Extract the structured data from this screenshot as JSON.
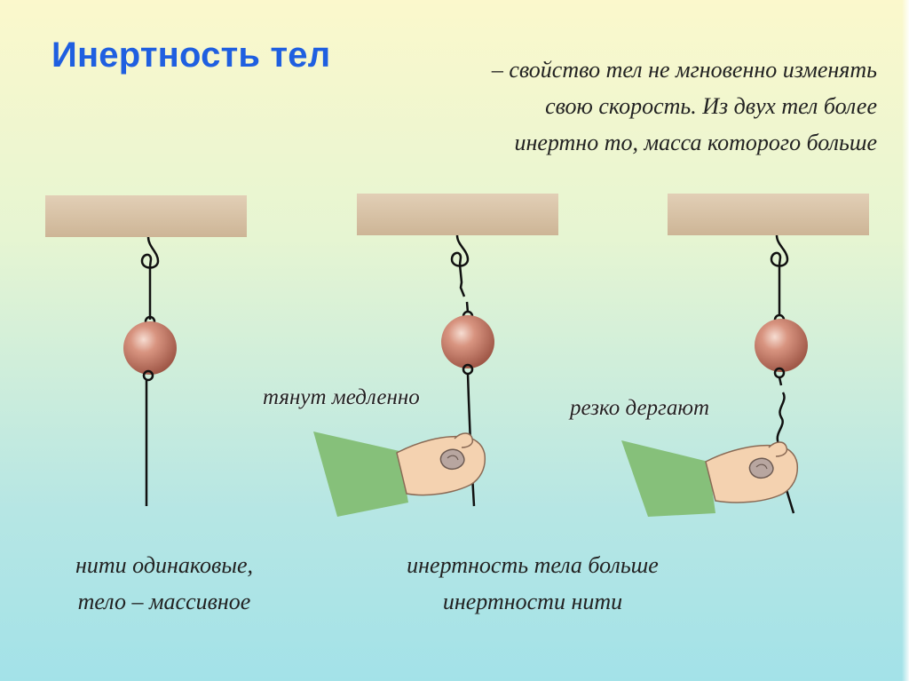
{
  "title": "Инертность тел",
  "definition": {
    "line1": "– свойство тел не мгновенно изменять",
    "line2": "свою скорость. Из двух тел более",
    "line3": "инертно то, масса которого больше"
  },
  "labels": {
    "slow_pull": "тянут медленно",
    "sharp_jerk": "резко дергают"
  },
  "captions": {
    "left_line1": "нити одинаковые,",
    "left_line2": "тело – массивное",
    "right_line1": "инертность тела больше",
    "right_line2": "инертности нити"
  },
  "colors": {
    "title": "#1f5fe0",
    "beam": "#d8c4a8",
    "ball": "#c87f6a",
    "sleeve": "#86c07a",
    "skin": "#f4d2b0"
  }
}
